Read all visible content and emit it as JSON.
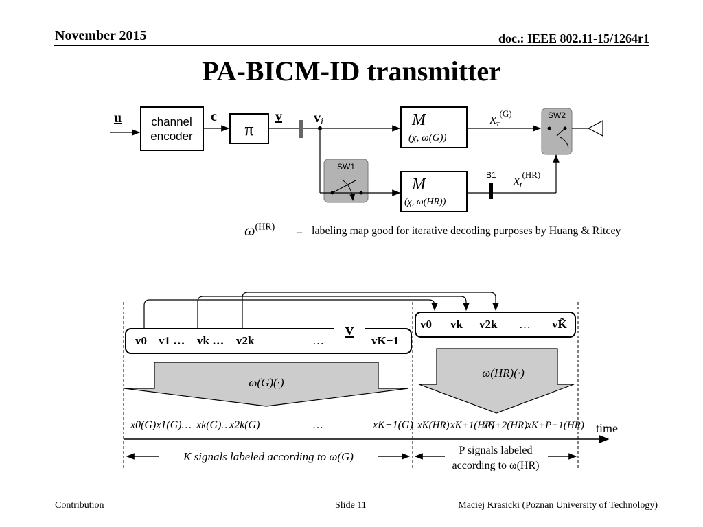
{
  "header": {
    "date": "November 2015",
    "doc": "doc.: IEEE 802.11-15/1264r1"
  },
  "title": "PA-BICM-ID transmitter",
  "block_diagram": {
    "input_label": "u",
    "encoder_line1": "channel",
    "encoder_line2": "encoder",
    "coded_label": "c",
    "interleaver_symbol": "π",
    "interleaved_label": "v",
    "vi_label": "v",
    "vi_sub": "i",
    "mapper_symbol": "M",
    "mapper_g_args": "(χ, ω(G))",
    "mapper_hr_args": "(χ, ω(HR))",
    "xg_label": "x",
    "xg_sub": "τ",
    "xg_sup": "(G)",
    "xhr_label": "x",
    "xhr_sub": "t",
    "xhr_sup": "(HR)",
    "sw1": "SW1",
    "sw2": "SW2",
    "b1": "B1"
  },
  "note": {
    "symbol": "ω",
    "symbol_sup": "(HR)",
    "dash": "–",
    "text": "labeling map good for iterative decoding purposes by Huang & Ritcey"
  },
  "timeline": {
    "v_label": "v",
    "left_seq": [
      "v0",
      "v1 …",
      "vk …",
      "v2k",
      "…",
      "vK−1"
    ],
    "right_seq": [
      "v0",
      "vk",
      "v2k",
      "…",
      "vK̃"
    ],
    "omega_g": "ω(G)(·)",
    "omega_hr": "ω(HR)(·)",
    "x_left": [
      "x0(G)x1(G)…",
      "xk(G)…",
      "x2k(G)",
      "…",
      "xK−1(G)"
    ],
    "x_right": [
      "xK(HR)",
      "xK+1(HR)",
      "xK+2(HR)",
      "…xK+P−1(HR)"
    ],
    "time_label": "time",
    "span_left": "K signals labeled according to ω(G)",
    "span_right_line1": "P signals labeled",
    "span_right_line2": "according to ω(HR)"
  },
  "footer": {
    "left": "Contribution",
    "slide": "Slide 11",
    "author": "Maciej Krasicki (Poznan University of Technology)"
  }
}
